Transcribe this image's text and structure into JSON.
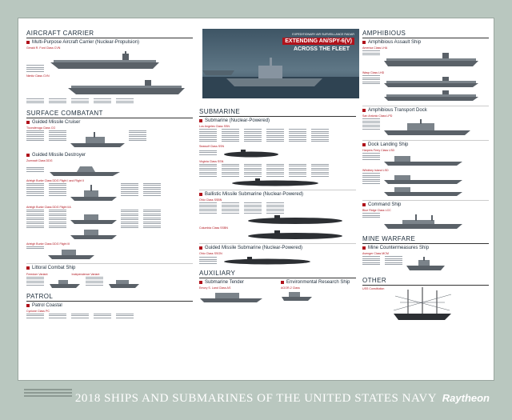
{
  "sections": {
    "aircraft_carrier": "AIRCRAFT CARRIER",
    "surface_combatant": "SURFACE COMBATANT",
    "patrol": "PATROL",
    "submarine": "SUBMARINE",
    "auxiliary": "AUXILIARY",
    "amphibious": "AMPHIBIOUS",
    "mine_warfare": "MINE WARFARE",
    "other": "OTHER"
  },
  "subsections": {
    "multi_purpose_carrier": "Multi-Purpose Aircraft Carrier (Nuclear-Propulsion)",
    "guided_missile_cruiser": "Guided Missile Cruiser",
    "guided_missile_destroyer": "Guided Missile Destroyer",
    "littoral_combat_ship": "Littoral Combat Ship",
    "patrol_coastal": "Patrol Coastal",
    "submarine_nuclear": "Submarine (Nuclear-Powered)",
    "ballistic_missile_submarine": "Ballistic Missile Submarine (Nuclear-Powered)",
    "guided_missile_submarine": "Guided Missile Submarine (Nuclear-Powered)",
    "submarine_tender": "Submarine Tender",
    "environmental_research_ship": "Environmental Research Ship",
    "amphibious_assault_ship": "Amphibious Assault Ship",
    "amphibious_transport_dock": "Amphibious Transport Dock",
    "dock_landing_ship": "Dock Landing Ship",
    "command_ship": "Command Ship",
    "mine_countermeasures_ship": "Mine Countermeasures Ship"
  },
  "classes": {
    "ford": "Gerald R. Ford Class CVN",
    "nimitz": "Nimitz Class CVN",
    "ticonderoga": "Ticonderoga Class CG",
    "zumwalt": "Zumwalt Class DDG",
    "burke_1": "Arleigh Burke Class DDG Flight I and Flight II",
    "burke_2a": "Arleigh Burke Class DDG Flight IIA",
    "burke_3": "Arleigh Burke Class DDG Flight III",
    "freedom": "Freedom Variant",
    "independence": "Independence Variant",
    "cyclone": "Cyclone Class PC",
    "los_angeles": "Los Angeles Class SSN",
    "seawolf": "Seawolf Class SSN",
    "virginia": "Virginia Class SSN",
    "ohio_ssbn": "Ohio Class SSBN",
    "columbia": "Columbia Class SSBN",
    "ohio_ssgn": "Ohio Class SSGN",
    "emory_land": "Emory S. Land Class AS",
    "agor": "AGOR-2 Class",
    "america": "America Class LHA",
    "wasp": "Wasp Class LHD",
    "san_antonio": "San Antonio Class LPD",
    "harpers_ferry": "Harpers Ferry Class LSD",
    "whidbey_island": "Whidbey Island LSD",
    "blue_ridge": "Blue Ridge Class LCC",
    "avenger": "Avenger Class MCM",
    "constitution": "USS Constitution"
  },
  "hero": {
    "top_line": "EXPEDITIONARY AIR SURVEILLANCE RADAR",
    "headline": "EXTENDING AN/SPY-6(V)",
    "subline": "ACROSS THE FLEET"
  },
  "footer": {
    "title": "2018 SHIPS AND SUBMARINES OF THE UNITED STATES NAVY",
    "brand": "Raytheon"
  },
  "colors": {
    "frame": "#b9c7bf",
    "accent_red": "#b0121b",
    "heading_ink": "#1c2c3a",
    "ship_gray": "#5a6168",
    "sub_dark": "#2c2f33"
  }
}
